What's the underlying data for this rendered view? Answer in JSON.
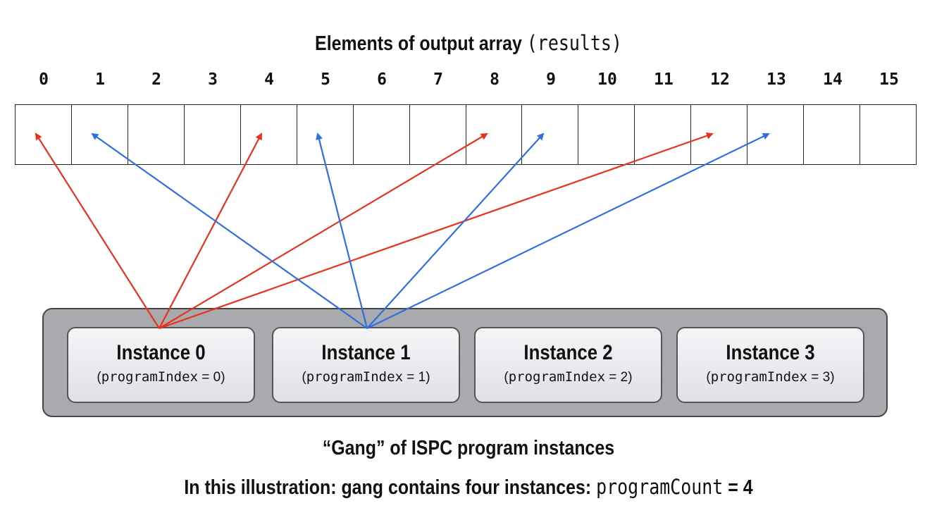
{
  "title": {
    "text": "Elements of output array",
    "code": "(results)"
  },
  "indices": [
    "0",
    "1",
    "2",
    "3",
    "4",
    "5",
    "6",
    "7",
    "8",
    "9",
    "10",
    "11",
    "12",
    "13",
    "14",
    "15"
  ],
  "instances": [
    {
      "name": "Instance 0",
      "sub_open": "(",
      "code": "programIndex",
      "sub_eq": " = 0)"
    },
    {
      "name": "Instance 1",
      "sub_open": "(",
      "code": "programIndex",
      "sub_eq": " = 1)"
    },
    {
      "name": "Instance 2",
      "sub_open": "(",
      "code": "programIndex",
      "sub_eq": " = 2)"
    },
    {
      "name": "Instance 3",
      "sub_open": "(",
      "code": "programIndex",
      "sub_eq": " = 3)"
    }
  ],
  "mapping": [
    {
      "instance": 0,
      "color": "#e8321e",
      "targets": [
        0,
        4,
        8,
        12
      ]
    },
    {
      "instance": 1,
      "color": "#2f6fe0",
      "targets": [
        1,
        5,
        9,
        13
      ]
    }
  ],
  "caption1": "“Gang” of ISPC program instances",
  "caption2": {
    "text": "In this illustration: gang contains four instances: ",
    "code": "programCount",
    "tail": " = 4"
  }
}
